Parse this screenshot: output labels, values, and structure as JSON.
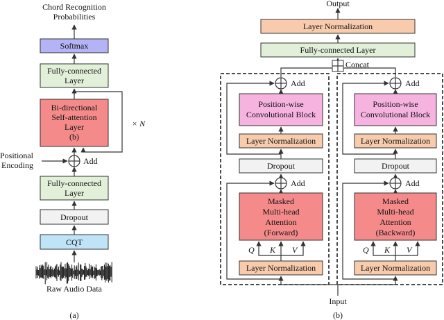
{
  "colors": {
    "softmax": "#b3b3f5",
    "fc": "#e2efd9",
    "attention": "#f48a8a",
    "dropout": "#f2f2f2",
    "cqt": "#bfe3f7",
    "layernorm": "#f8cbad",
    "positionwise": "#f6b3e0"
  },
  "a": {
    "title_line1": "Chord Recognition",
    "title_line2": "Probabilities",
    "softmax": "Softmax",
    "fc_top_line1": "Fully-connected",
    "fc_top_line2": "Layer",
    "attn_line1": "Bi-directional",
    "attn_line2": "Self-attention",
    "attn_line3": "Layer",
    "attn_line4": "(b)",
    "repeat": "× N",
    "pos_line1": "Positional",
    "pos_line2": "Encoding",
    "add": "Add",
    "fc_bottom_line1": "Fully-connected",
    "fc_bottom_line2": "Layer",
    "dropout": "Dropout",
    "cqt": "CQT",
    "raw_audio": "Raw Audio Data",
    "caption": "(a)"
  },
  "b": {
    "output": "Output",
    "layer_norm": "Layer Normalization",
    "fc": "Fully-connected Layer",
    "concat": "Concat",
    "add": "Add",
    "pw_line1": "Position-wise",
    "pw_line2": "Convolutional Block",
    "dropout": "Dropout",
    "mha_line1": "Masked",
    "mha_line2": "Multi-head",
    "mha_line3": "Attention",
    "mha_forward": "(Forward)",
    "mha_backward": "(Backward)",
    "q": "Q",
    "k": "K",
    "v": "V",
    "input": "Input",
    "caption": "(b)"
  }
}
